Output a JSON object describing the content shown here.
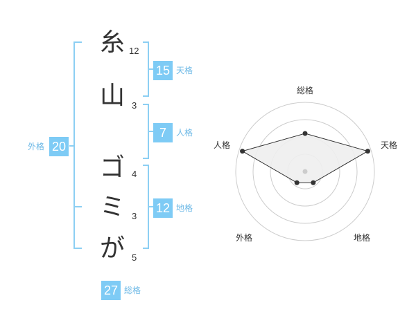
{
  "name": {
    "chars": [
      {
        "char": "糸",
        "strokes": "12"
      },
      {
        "char": "山",
        "strokes": "3"
      },
      {
        "char": "ゴ",
        "strokes": "4"
      },
      {
        "char": "ミ",
        "strokes": "3"
      },
      {
        "char": "が",
        "strokes": "5"
      }
    ]
  },
  "fortune": {
    "tenkaku": {
      "value": "15",
      "label": "天格"
    },
    "jinkaku": {
      "value": "7",
      "label": "人格"
    },
    "chikaku": {
      "value": "12",
      "label": "地格"
    },
    "gaikaku": {
      "value": "20",
      "label": "外格"
    },
    "soukaku": {
      "value": "27",
      "label": "総格"
    }
  },
  "chart_data": {
    "type": "radar",
    "axes": [
      "総格",
      "天格",
      "地格",
      "外格",
      "人格"
    ],
    "values": [
      0.55,
      0.95,
      0.2,
      0.2,
      0.95
    ],
    "max": 1,
    "rings": 4,
    "colors": {
      "fill": "#eeeeee",
      "stroke": "#333333",
      "ring": "#cccccc",
      "point": "#333333",
      "center": "#cccccc"
    }
  }
}
